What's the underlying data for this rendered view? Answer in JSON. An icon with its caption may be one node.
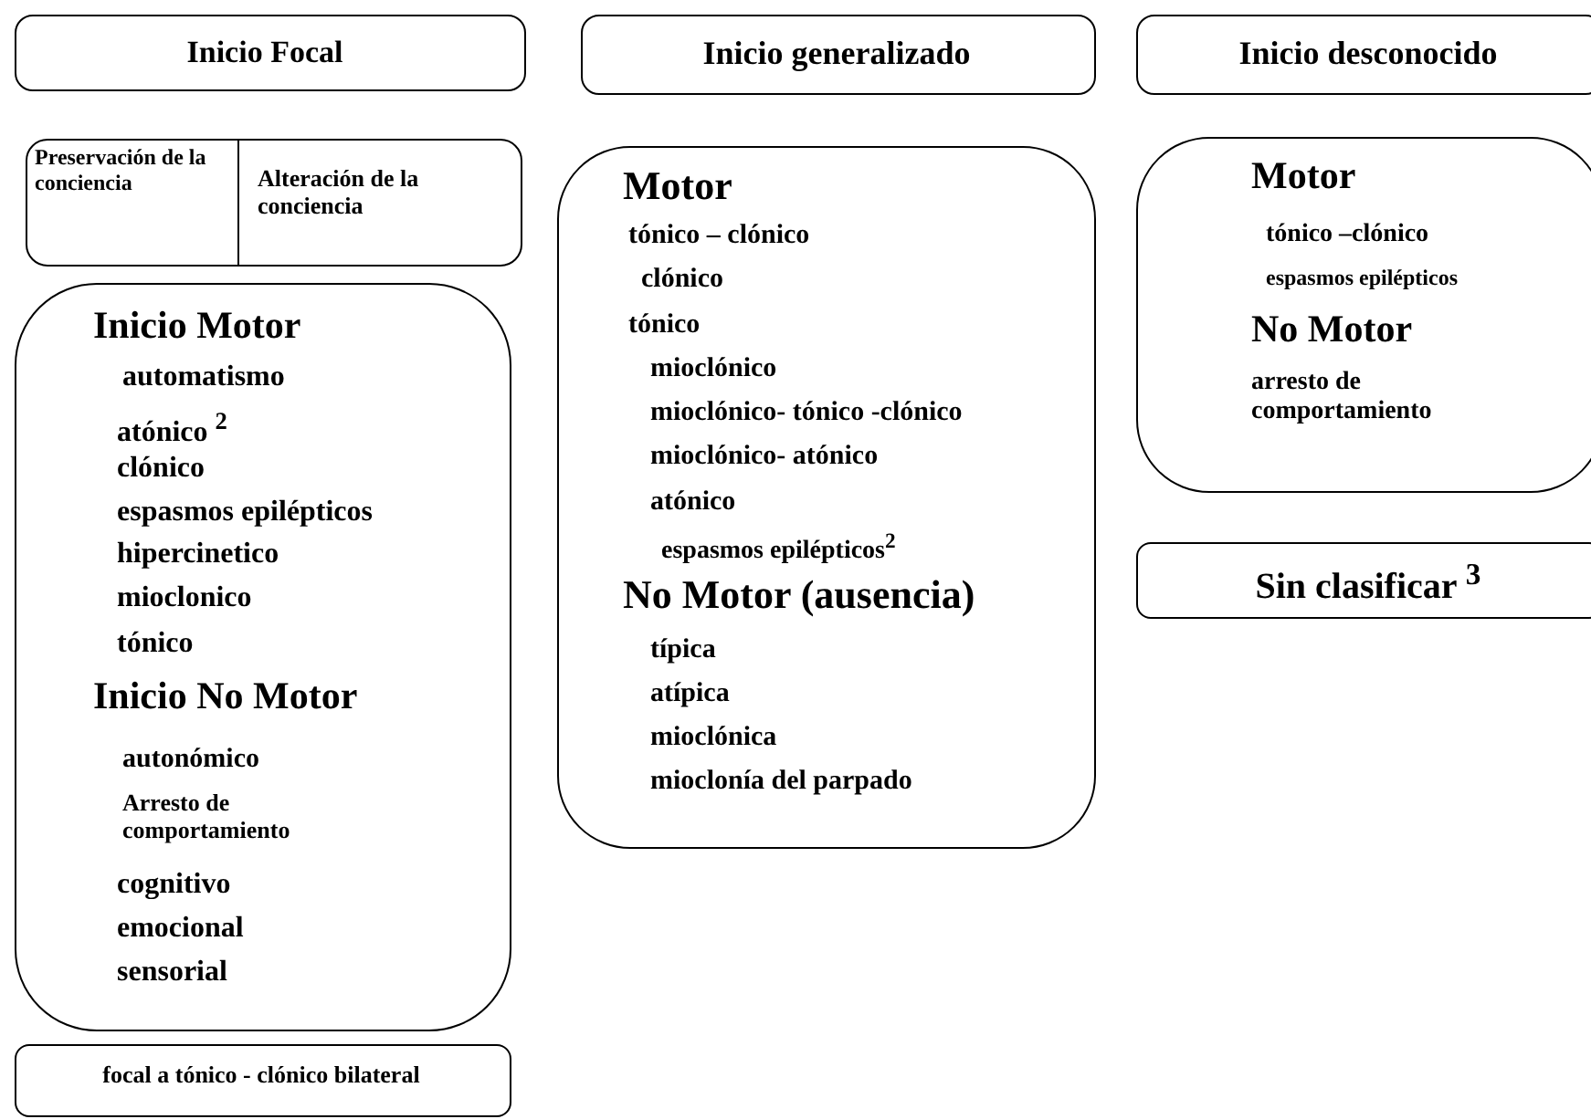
{
  "diagram": {
    "nodes": [
      {
        "text": [
          "Inicio Focal"
        ]
      },
      {
        "text": [
          "Preservación de la conciencia",
          "Alteración de la conciencia"
        ]
      },
      {
        "text": [
          "Inicio Motor",
          "automatismo",
          "atónico $^{2}$",
          "clónico",
          "espasmos epilépticos",
          "hipercinetico",
          "mioclonico",
          "tónico",
          "Inicio No Motor",
          "autonómico",
          "Arresto de comportamiento",
          "cognitivo",
          "emocional",
          "sensorial"
        ]
      },
      {
        "text": [
          "focal a tónico - clónico bilateral"
        ]
      },
      {
        "text": [
          "Inicio generalizado"
        ]
      },
      {
        "text": [
          "Motor",
          "tónico – clónico",
          "clónico",
          "tónico",
          "mioclónico",
          "mioclónico- tónico -clónico",
          "mioclónico- atónico",
          "atónico",
          "espasmos epilépticos$^{2}$",
          "No Motor (ausencia)",
          "típica",
          "atípica",
          "mioclónica",
          "mioclonía del parpado"
        ]
      },
      {
        "text": [
          "Inicio desconocido"
        ]
      },
      {
        "text": [
          "Motor",
          "tónico –clónico",
          "espasmos epilépticos",
          "No Motor",
          "arresto de comportamiento"
        ]
      },
      {
        "text": [
          "Sin clasificar $^{3}$"
        ]
      }
    ]
  }
}
